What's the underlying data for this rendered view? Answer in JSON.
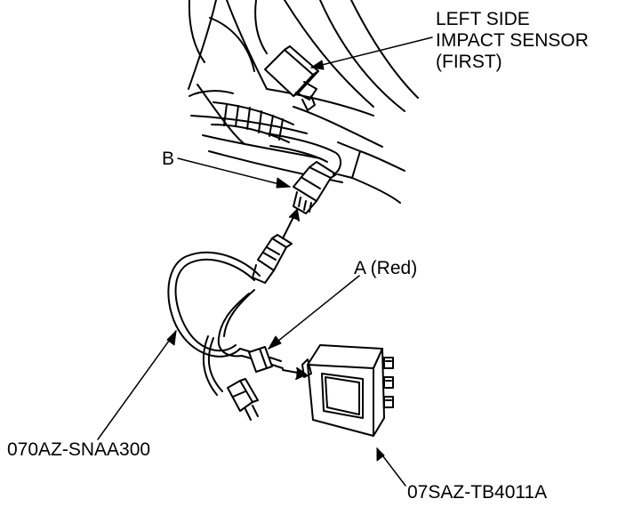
{
  "labels": {
    "sensor": [
      "LEFT SIDE",
      "IMPACT SENSOR",
      "(FIRST)"
    ],
    "connector_b": "B",
    "connector_a": "A (Red)",
    "harness_part": "070AZ-SNAA300",
    "tester_part": "07SAZ-TB4011A"
  },
  "colors": {
    "ink": "#000000",
    "paper": "#ffffff"
  }
}
